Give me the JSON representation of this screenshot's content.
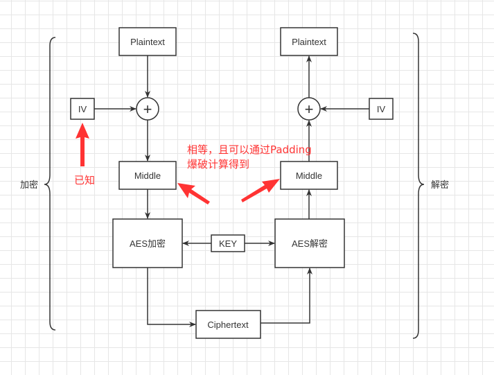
{
  "diagram": {
    "encrypt_side": {
      "group_label": "加密",
      "plaintext": "Plaintext",
      "iv": "IV",
      "middle": "Middle",
      "aes": "AES加密",
      "xor_symbol": "+"
    },
    "decrypt_side": {
      "group_label": "解密",
      "plaintext": "Plaintext",
      "iv": "IV",
      "middle": "Middle",
      "aes": "AES解密",
      "xor_symbol": "+"
    },
    "key": "KEY",
    "ciphertext": "Ciphertext",
    "annotations": {
      "known": "已知",
      "equal_line1": "相等，且可以通过Padding",
      "equal_line2": "爆破计算得到"
    },
    "colors": {
      "stroke": "#333333",
      "annotation": "#ff3333"
    }
  }
}
